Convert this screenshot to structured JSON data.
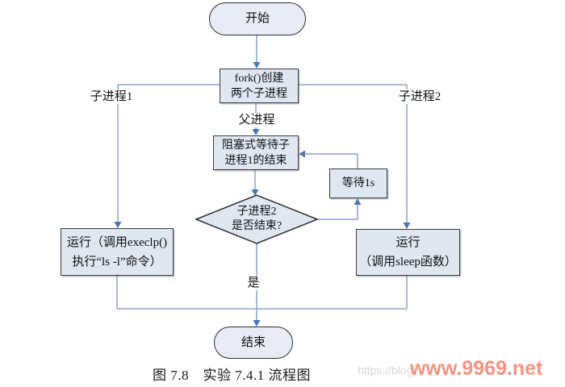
{
  "diagram": {
    "nodes": {
      "start": {
        "label": "开始"
      },
      "fork": {
        "line1": "fork()创建",
        "line2": "两个子进程"
      },
      "block_wait": {
        "line1": "阻塞式等待子",
        "line2": "进程1的结束"
      },
      "wait_1s": {
        "label": "等待1s"
      },
      "decision": {
        "line1": "子进程2",
        "line2": "是否结束?"
      },
      "run_execlp": {
        "line1": "运行（调用execlp()",
        "line2": "执行“ls -l”命令）"
      },
      "run_sleep": {
        "line1": "运行",
        "line2": "（调用sleep函数）"
      },
      "end": {
        "label": "结束"
      }
    },
    "edge_labels": {
      "child1": "子进程1",
      "parent": "父进程",
      "child2": "子进程2",
      "yes": "是"
    },
    "colors": {
      "node_fill": "#dfe7f3",
      "node_border": "#3a3a3a",
      "connector": "#8aa3cd",
      "arrowhead": "#4a76b2"
    }
  },
  "caption": "图 7.8　实验 7.4.1 流程图",
  "watermark": {
    "gray_text": "https://blog",
    "red_text": "www.9969.net"
  }
}
